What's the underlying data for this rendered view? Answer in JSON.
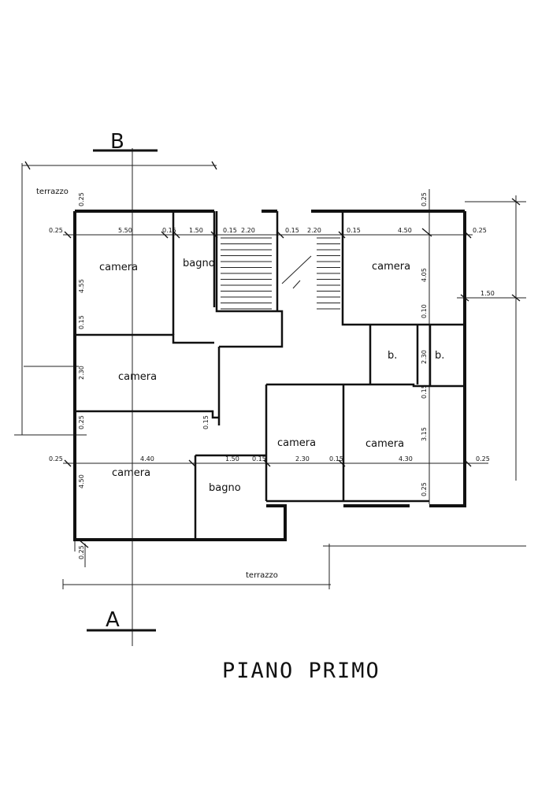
{
  "title": "PIANO PRIMO",
  "sections": {
    "top": "B",
    "bottom": "A"
  },
  "labels": {
    "terrace_top": "terrazzo",
    "terrace_bottom": "terrazzo"
  },
  "rooms": [
    {
      "id": "camera-nw",
      "label": "camera"
    },
    {
      "id": "bagno-n",
      "label": "bagno"
    },
    {
      "id": "camera-ne",
      "label": "camera"
    },
    {
      "id": "b-1",
      "label": "b."
    },
    {
      "id": "b-2",
      "label": "b."
    },
    {
      "id": "camera-w",
      "label": "camera"
    },
    {
      "id": "camera-c",
      "label": "camera"
    },
    {
      "id": "camera-ec",
      "label": "camera"
    },
    {
      "id": "camera-sw",
      "label": "camera"
    },
    {
      "id": "bagno-s",
      "label": "bagno"
    }
  ],
  "dimensions": [
    "0.25",
    "0.25",
    "0.25",
    "5.50",
    "0.15",
    "1.50",
    "0.15",
    "2.20",
    "0.15",
    "2.20",
    "0.15",
    "4.50",
    "0.25",
    "4.55",
    "4.05",
    "1.50",
    "0.10",
    "0.15",
    "2.30",
    "0.25",
    "2.30",
    "0.15",
    "0.15",
    "3.15",
    "0.25",
    "4.40",
    "1.50",
    "0.15",
    "2.30",
    "0.15",
    "4.30",
    "0.25",
    "4.50",
    "0.25",
    "0.25"
  ]
}
